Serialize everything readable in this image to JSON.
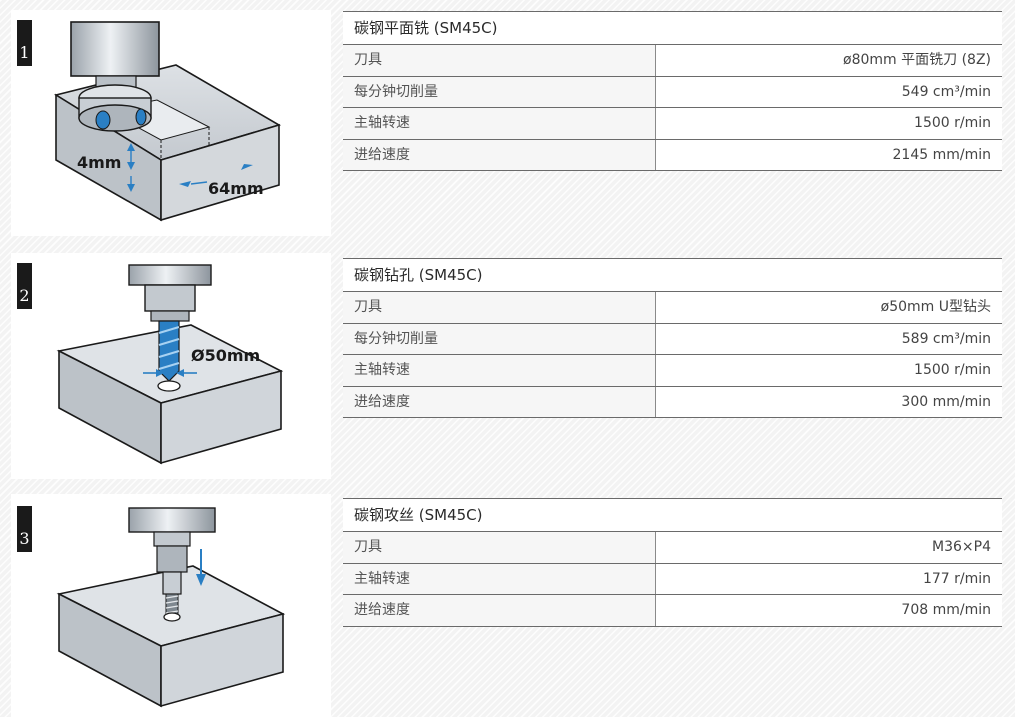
{
  "sections": [
    {
      "number": "1",
      "title": "碳钢平面铣 (SM45C)",
      "dims": {
        "depth": "4mm",
        "width": "64mm"
      },
      "rows": [
        {
          "label": "刀具",
          "value": "ø80mm 平面铣刀 (8Z)"
        },
        {
          "label": "每分钟切削量",
          "value": "549 cm³/min"
        },
        {
          "label": "主轴转速",
          "value": "1500 r/min"
        },
        {
          "label": "进给速度",
          "value": "2145 mm/min"
        }
      ]
    },
    {
      "number": "2",
      "title": "碳钢钻孔 (SM45C)",
      "dims": {
        "diameter": "Ø50mm"
      },
      "rows": [
        {
          "label": "刀具",
          "value": "ø50mm U型钻头"
        },
        {
          "label": "每分钟切削量",
          "value": "589 cm³/min"
        },
        {
          "label": "主轴转速",
          "value": "1500 r/min"
        },
        {
          "label": "进给速度",
          "value": "300 mm/min"
        }
      ]
    },
    {
      "number": "3",
      "title": "碳钢攻丝 (SM45C)",
      "rows": [
        {
          "label": "刀具",
          "value": "M36×P4"
        },
        {
          "label": "主轴转速",
          "value": "177 r/min"
        },
        {
          "label": "进给速度",
          "value": "708 mm/min"
        }
      ]
    }
  ],
  "colors": {
    "tool_blue": "#2a7fc4",
    "block_gray": "#c9ced4",
    "outline": "#1a1a1a"
  }
}
